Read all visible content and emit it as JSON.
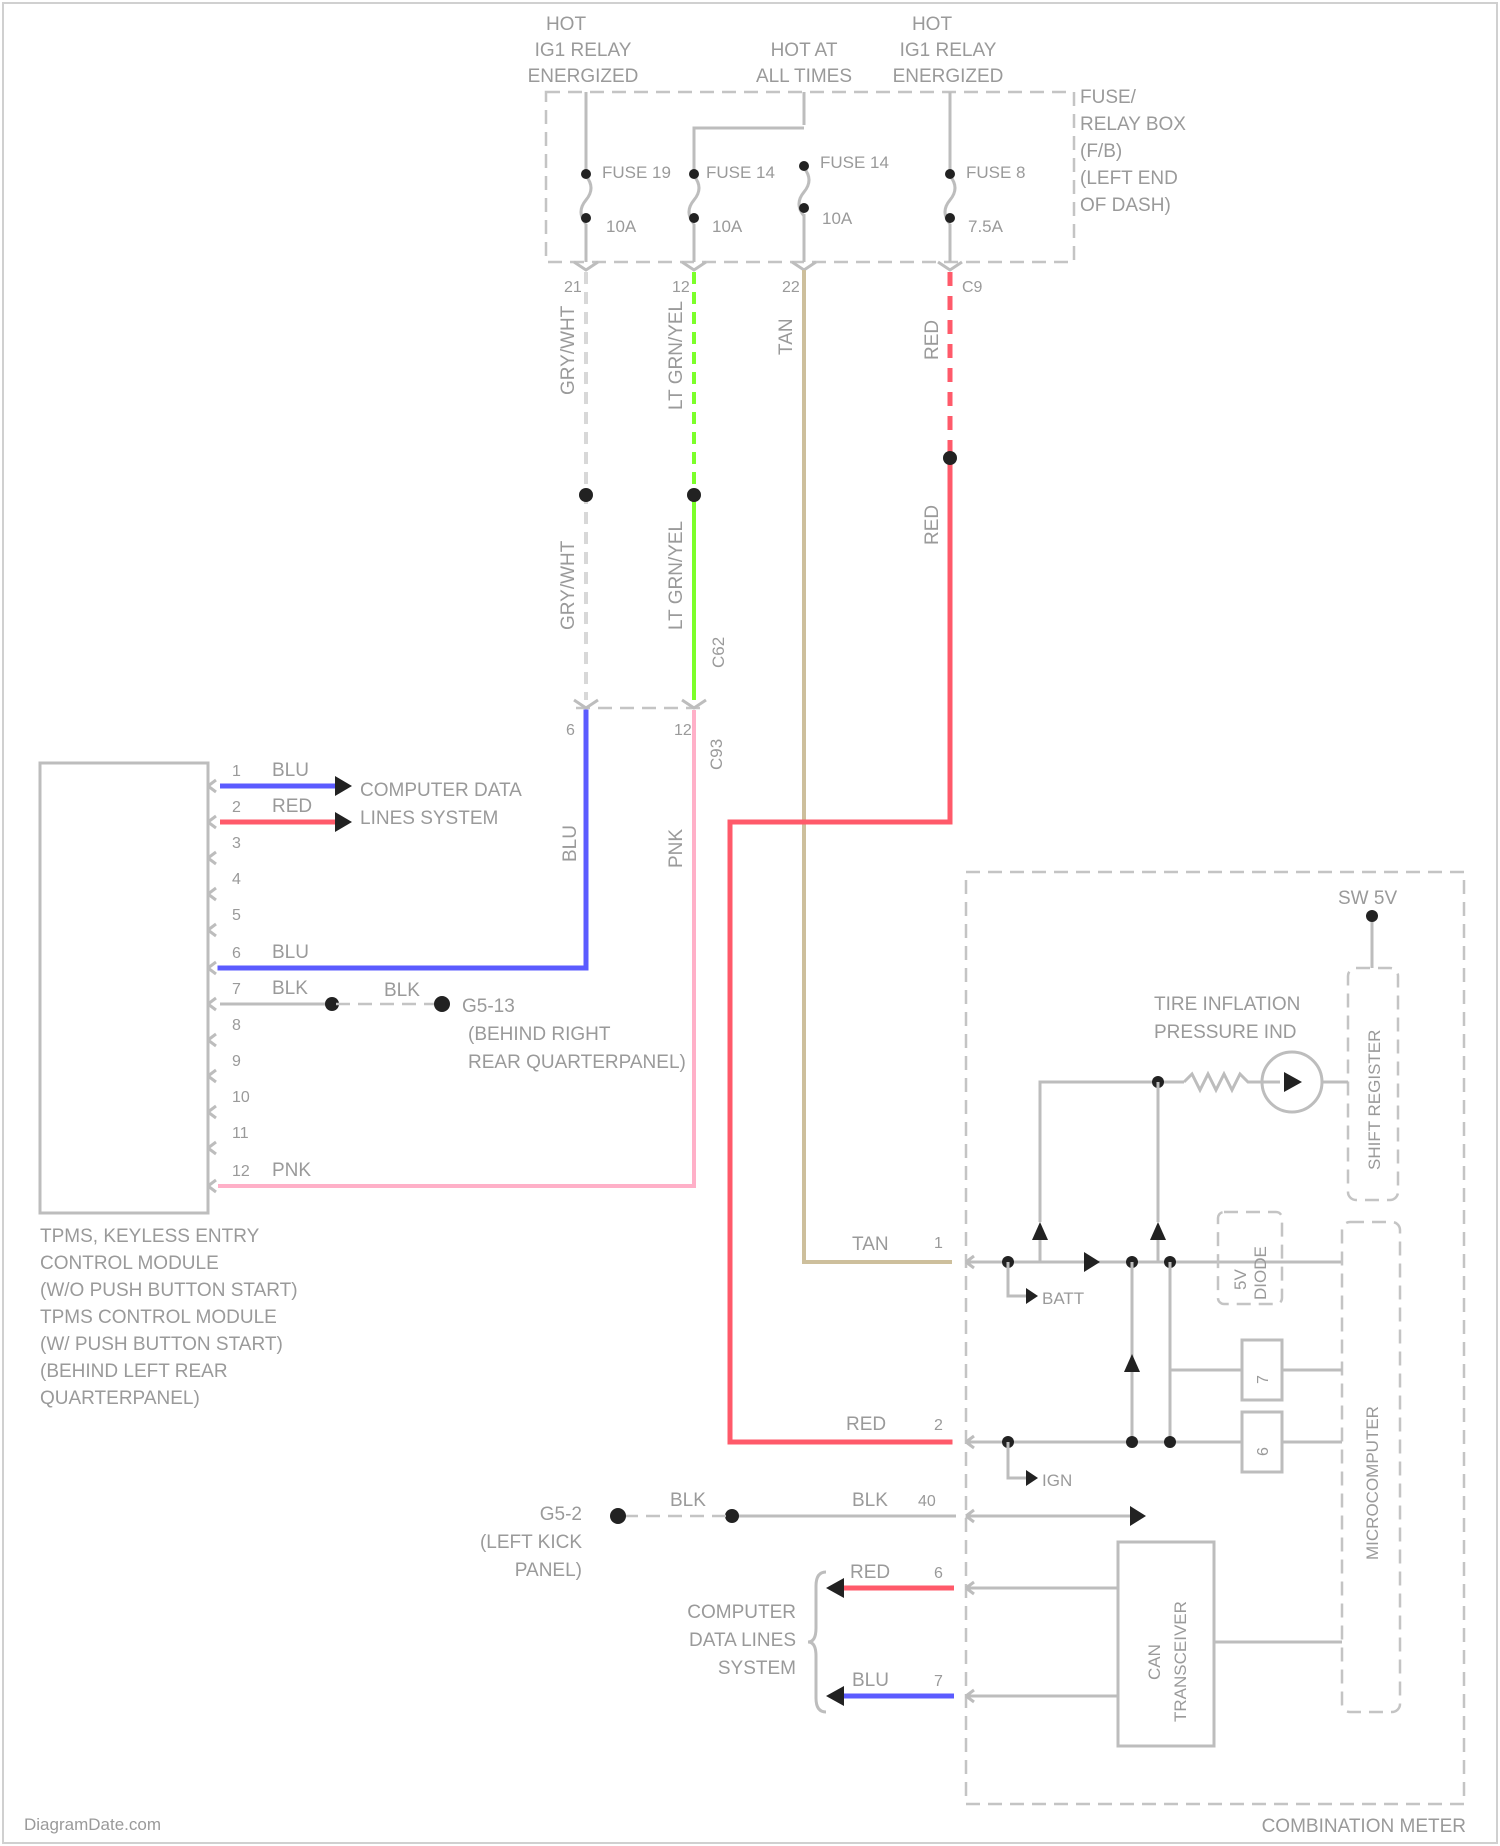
{
  "colors": {
    "blu": "#5b5bff",
    "red": "#ff5a6a",
    "pnk": "#ffb0c8",
    "tan": "#cdbf9c",
    "grn": "#7cff2a",
    "gry": "#d8d8d8",
    "line": "#bdbdbd",
    "text": "#9a9a9a"
  },
  "power": {
    "hot1": [
      "HOT",
      "IG1 RELAY",
      "ENERGIZED"
    ],
    "hot2": [
      "HOT AT",
      "ALL TIMES"
    ],
    "hot3": [
      "HOT",
      "IG1 RELAY",
      "ENERGIZED"
    ]
  },
  "fusebox": {
    "label": [
      "FUSE/",
      "RELAY BOX",
      "(F/B)",
      "(LEFT END",
      "OF DASH)"
    ],
    "fuses": [
      {
        "name": "FUSE 19",
        "amp": "10A"
      },
      {
        "name": "FUSE 14",
        "amp": "10A"
      },
      {
        "name": "FUSE 14",
        "amp": "10A"
      },
      {
        "name": "FUSE 8",
        "amp": "7.5A"
      }
    ],
    "pins": [
      "21",
      "12",
      "22",
      "C9"
    ]
  },
  "wires": {
    "gryWht1": "GRY/WHT",
    "gryWht2": "GRY/WHT",
    "ltGrnYel1": "LT GRN/YEL",
    "ltGrnYel2": "LT GRN/YEL",
    "tan": "TAN",
    "red1": "RED",
    "red2": "RED",
    "blu": "BLU",
    "pnk": "PNK",
    "c62": "C62",
    "c93": "C93"
  },
  "tpms": {
    "title": [
      "TPMS, KEYLESS ENTRY",
      "CONTROL MODULE",
      "(W/O PUSH BUTTON START)",
      "TPMS CONTROL MODULE",
      "(W/ PUSH BUTTON START)",
      "(BEHIND LEFT REAR",
      "QUARTERPANEL)"
    ],
    "pins": [
      "1",
      "2",
      "3",
      "4",
      "5",
      "6",
      "7",
      "8",
      "9",
      "10",
      "11",
      "12"
    ],
    "pin1": "BLU",
    "pin2": "RED",
    "pin6": "BLU",
    "pin7": "BLK",
    "pin12": "PNK",
    "cdl": [
      "COMPUTER DATA",
      "LINES SYSTEM"
    ],
    "ground": {
      "wire": "BLK",
      "name": "G5-13",
      "loc": [
        "(BEHIND RIGHT",
        "REAR QUARTERPANEL)"
      ]
    }
  },
  "meter": {
    "title": "COMBINATION METER",
    "sw5v": "SW 5V",
    "indicator": [
      "TIRE INFLATION",
      "PRESSURE IND"
    ],
    "shift": "SHIFT REGISTER",
    "micro": "MICROCOMPUTER",
    "can": [
      "CAN",
      "TRANSCEIVER"
    ],
    "diode": [
      "5V",
      "DIODE"
    ],
    "batt": "BATT",
    "ign": "IGN",
    "pins": {
      "p1": "1",
      "p2": "2",
      "p40": "40",
      "p6": "6",
      "p7": "7"
    },
    "tan": "TAN",
    "red": "RED",
    "blk1": "BLK",
    "blk2": "BLK",
    "red3": "RED",
    "blu3": "BLU",
    "ground": {
      "name": "G5-2",
      "loc": [
        "(LEFT KICK",
        "PANEL)"
      ]
    },
    "cdl": [
      "COMPUTER",
      "DATA LINES",
      "SYSTEM"
    ]
  },
  "watermark": "DiagramDate.com"
}
